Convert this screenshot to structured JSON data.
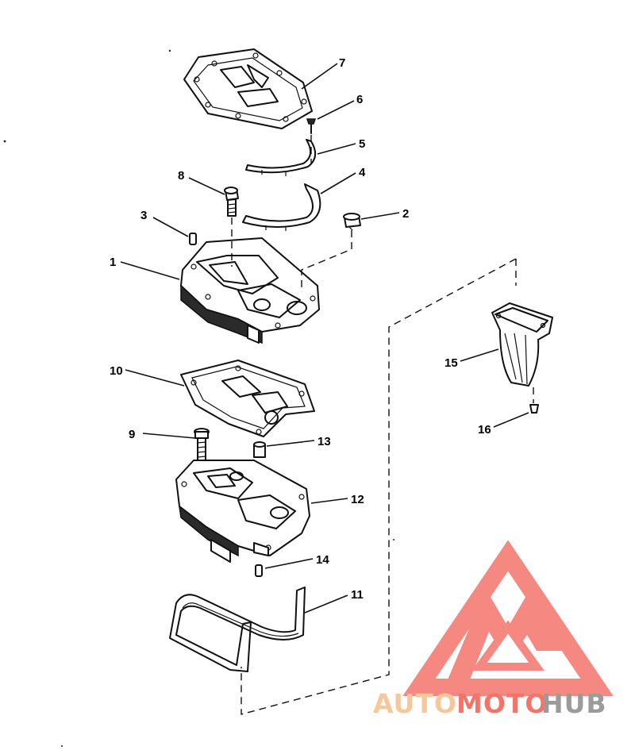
{
  "diagram": {
    "callouts": [
      {
        "id": "7",
        "label": "7"
      },
      {
        "id": "6",
        "label": "6"
      },
      {
        "id": "5",
        "label": "5"
      },
      {
        "id": "4",
        "label": "4"
      },
      {
        "id": "8",
        "label": "8"
      },
      {
        "id": "2",
        "label": "2"
      },
      {
        "id": "3",
        "label": "3"
      },
      {
        "id": "1",
        "label": "1"
      },
      {
        "id": "15",
        "label": "15"
      },
      {
        "id": "16",
        "label": "16"
      },
      {
        "id": "10",
        "label": "10"
      },
      {
        "id": "9",
        "label": "9"
      },
      {
        "id": "13",
        "label": "13"
      },
      {
        "id": "12",
        "label": "12"
      },
      {
        "id": "14",
        "label": "14"
      },
      {
        "id": "11",
        "label": "11"
      }
    ]
  },
  "watermark": {
    "word_part1": "AUTO",
    "word_part2": "MOTO",
    "word_part3": "HUB",
    "color_light": "#f6c79a",
    "color_red": "#f4746a",
    "color_gray": "#9b9b9b"
  }
}
